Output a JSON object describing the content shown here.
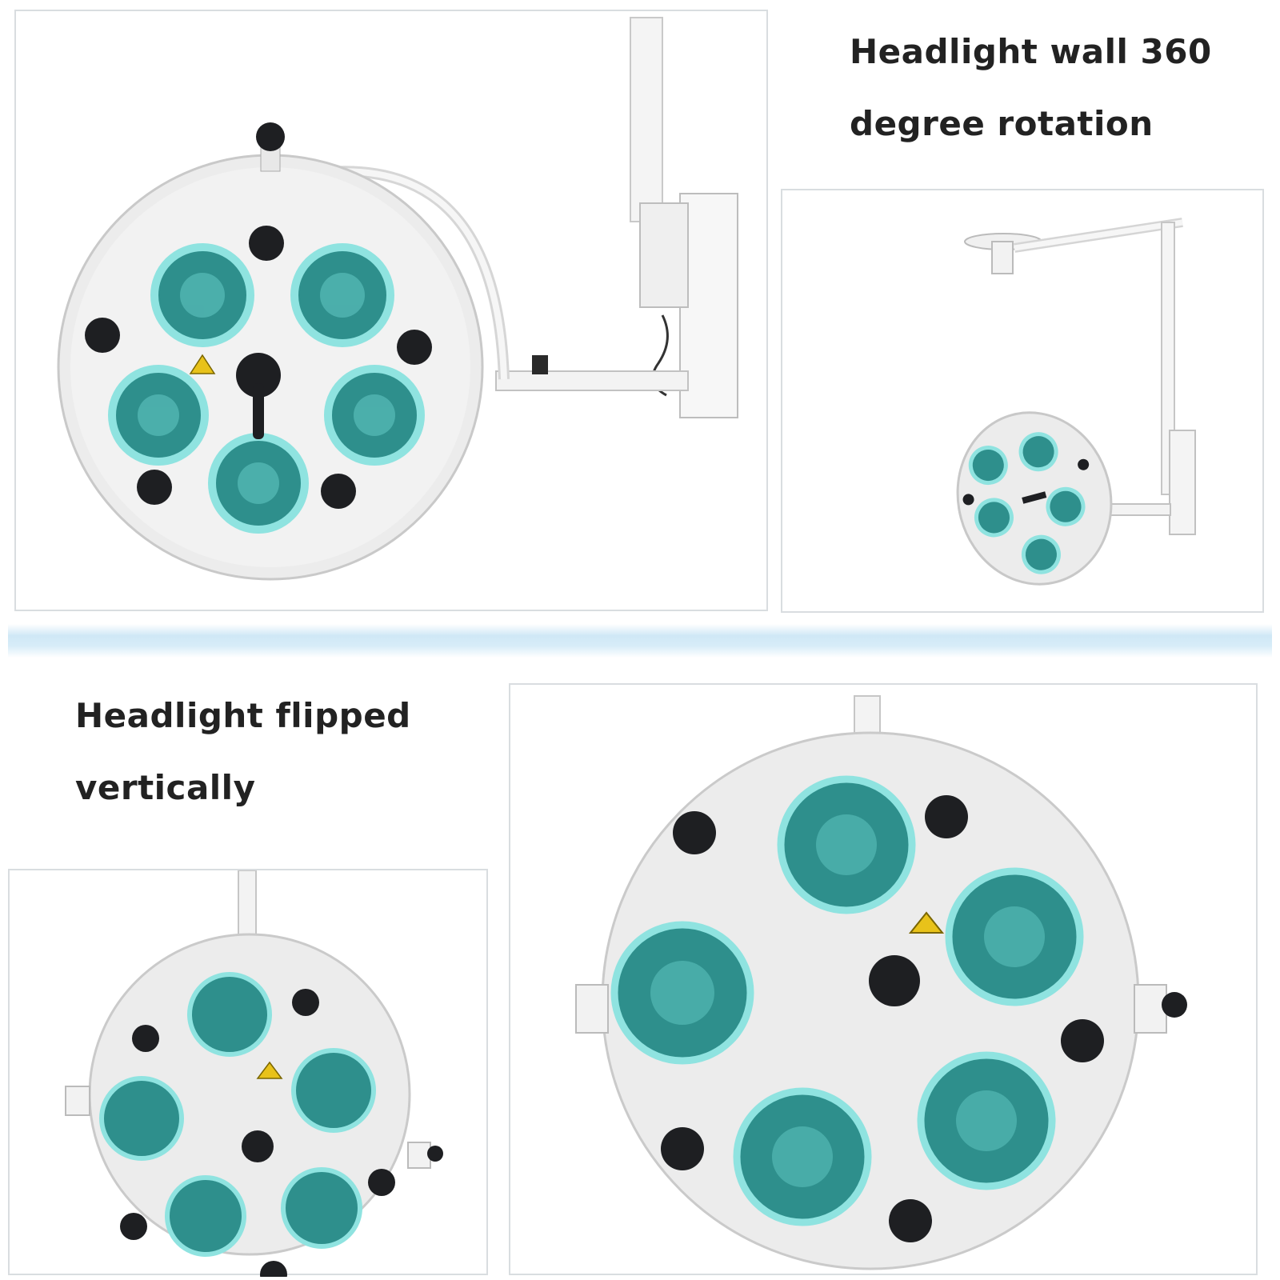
{
  "captions": {
    "rotation_line1": "Headlight wall 360",
    "rotation_line2": "degree rotation",
    "flipped_line1": "Headlight flipped",
    "flipped_line2": "vertically"
  },
  "colors": {
    "lamp_body": "#ececec",
    "lens_teal": "#2e8f8c",
    "lens_glow": "#8fe3e0",
    "knob_dark": "#1e1f22",
    "warning_yellow": "#e8c21a",
    "divider_blue": "#d7ecf8"
  },
  "icons": {
    "lamp": "surgical-lamp-icon",
    "lens": "lamp-lens-icon",
    "sensor": "sensor-dot-icon",
    "handle": "sterile-handle-icon",
    "warning": "warning-triangle-icon"
  }
}
